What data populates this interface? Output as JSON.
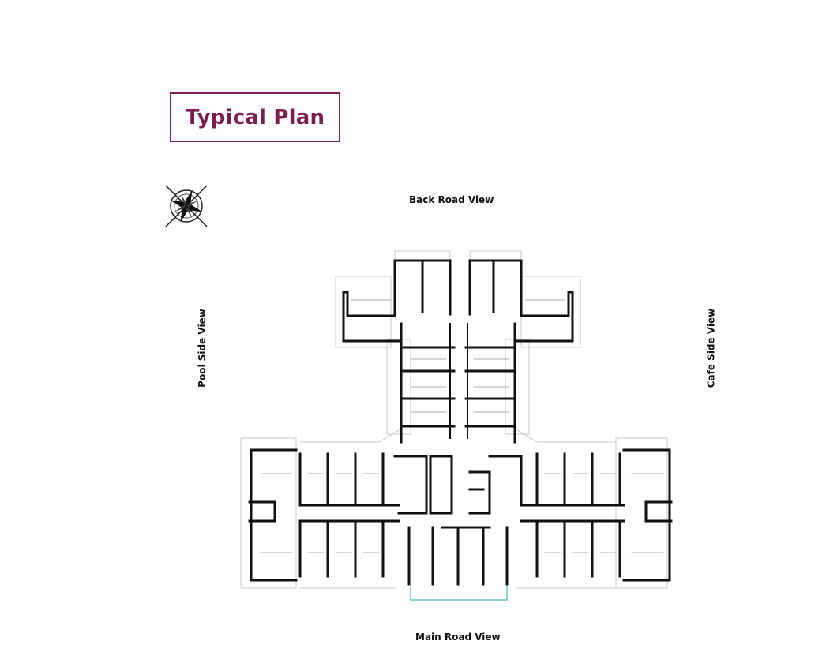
{
  "title": "Typical Plan",
  "views": {
    "top": "Back Road View",
    "bottom": "Main Road View",
    "left": "Pool Side View",
    "right": "Cafe Side View"
  },
  "icons": {
    "compass": "compass-rose-icon"
  },
  "colors": {
    "accent": "#7b1f52",
    "wall": "#111111",
    "light_line": "#c8c8c8",
    "balcony": "#6cc4d6"
  }
}
